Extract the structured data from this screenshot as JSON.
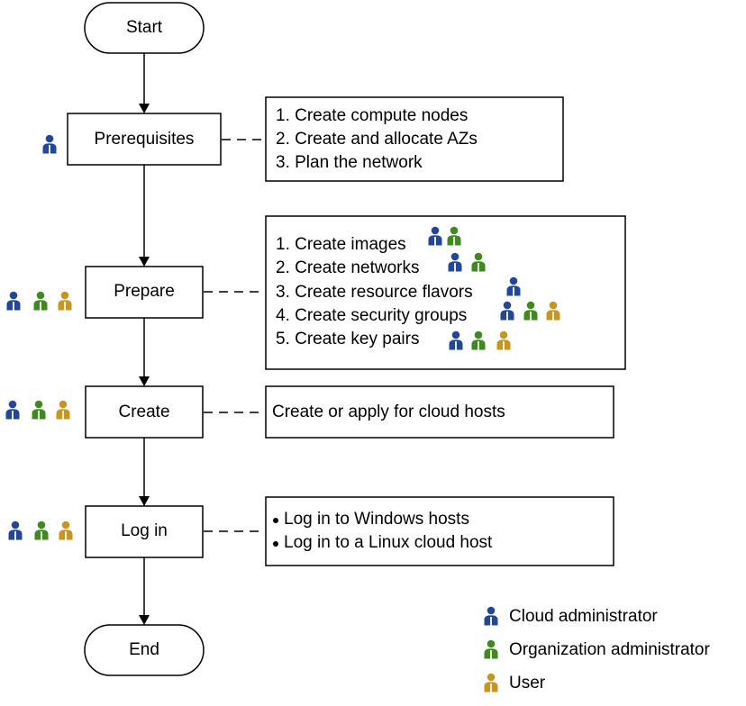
{
  "colors": {
    "cloud_admin": "#22479a",
    "org_admin": "#3f8a1f",
    "user": "#c8951e",
    "line": "#000000"
  },
  "flow": {
    "start": "Start",
    "prerequisites": "Prerequisites",
    "prepare": "Prepare",
    "create": "Create",
    "login": "Log in",
    "end": "End"
  },
  "notes": {
    "prerequisites": [
      "1. Create compute nodes",
      "2. Create and allocate AZs",
      "3. Plan the network"
    ],
    "prepare": [
      "1. Create images",
      "2. Create networks",
      "3. Create resource flavors",
      "4. Create security groups",
      "5. Create key pairs"
    ],
    "create": "Create or apply for cloud hosts",
    "login": [
      "Log in to Windows hosts",
      "Log in to a Linux cloud host"
    ]
  },
  "legend": {
    "cloud_admin": "Cloud administrator",
    "org_admin": "Organization administrator",
    "user": "User"
  },
  "icons": {
    "cloud_admin": "person-icon",
    "org_admin": "person-icon",
    "user": "person-icon"
  }
}
